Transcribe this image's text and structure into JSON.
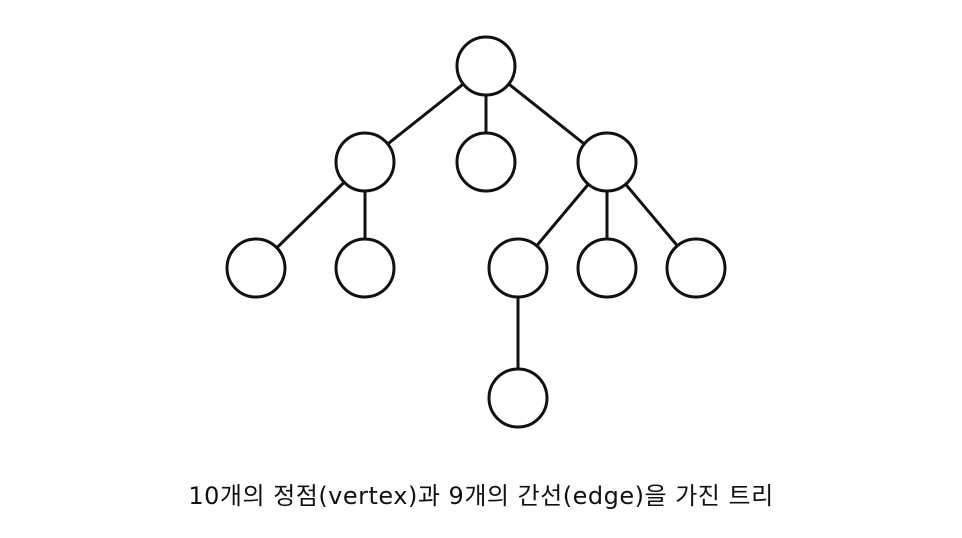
{
  "diagram": {
    "type": "tree",
    "node_count": 10,
    "edge_count": 9,
    "root": "n0",
    "nodes": [
      "n0",
      "n1",
      "n2",
      "n3",
      "n4",
      "n5",
      "n6",
      "n7",
      "n8",
      "n9"
    ],
    "edges": [
      [
        "n0",
        "n1"
      ],
      [
        "n0",
        "n2"
      ],
      [
        "n0",
        "n3"
      ],
      [
        "n1",
        "n4"
      ],
      [
        "n1",
        "n5"
      ],
      [
        "n3",
        "n6"
      ],
      [
        "n3",
        "n7"
      ],
      [
        "n3",
        "n8"
      ],
      [
        "n6",
        "n9"
      ]
    ],
    "colors": {
      "stroke": "#111111",
      "fill": "#ffffff",
      "background": "#ffffff"
    }
  },
  "caption": "10개의 정점(vertex)과 9개의 간선(edge)을 가진 트리"
}
